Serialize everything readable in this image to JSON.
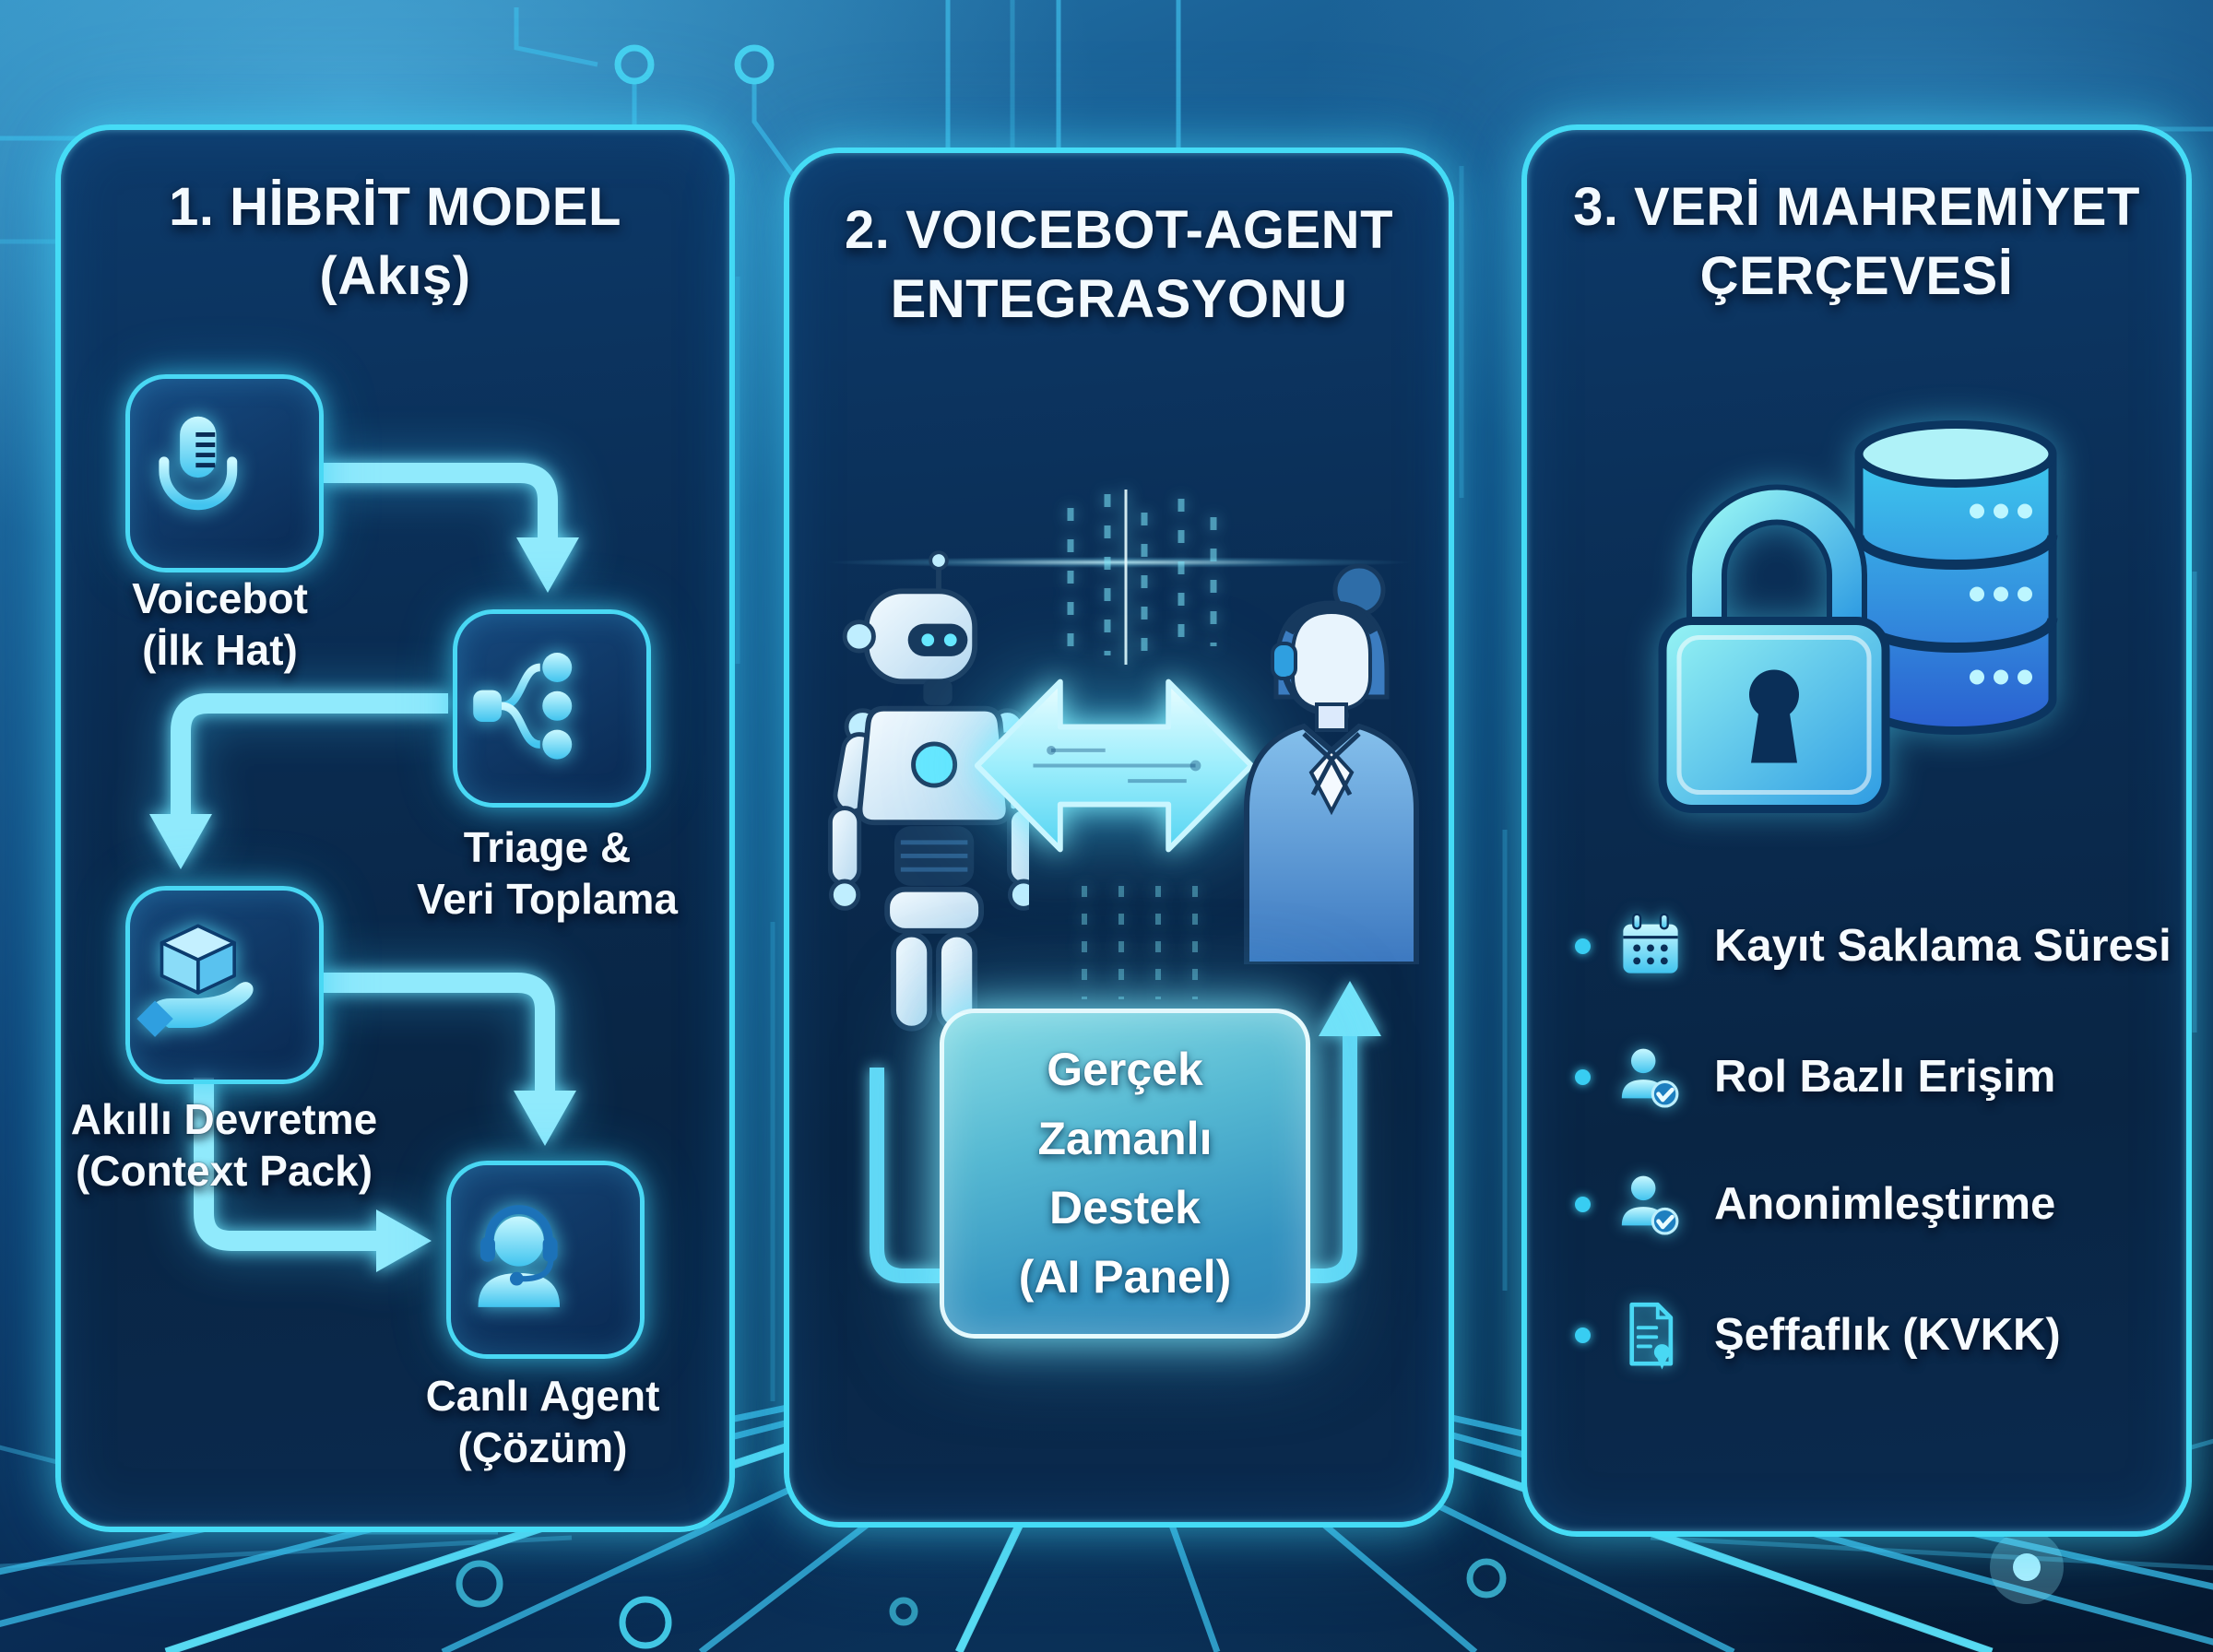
{
  "meta": {
    "type": "infographic",
    "language": "tr"
  },
  "colors": {
    "panel_border": "#45dcf6",
    "panel_fill": "#0a2c52",
    "accent_cyan": "#49d8f4",
    "arrow": "#90eafc",
    "support_box_fill": "#55b8d2",
    "text": "#f6fbff"
  },
  "panels": {
    "hybrid": {
      "title_line1": "1. HİBRİT MODEL",
      "title_line2": "(Akış)",
      "nodes": {
        "voicebot": {
          "icon": "microphone-icon",
          "line1": "Voicebot",
          "line2": "(İlk Hat)"
        },
        "triage": {
          "icon": "branch-network-icon",
          "line1": "Triage &",
          "line2": "Veri Toplama"
        },
        "handoff": {
          "icon": "hand-box-icon",
          "line1": "Akıllı Devretme",
          "line2": "(Context Pack)"
        },
        "agent": {
          "icon": "headset-agent-icon",
          "line1": "Canlı Agent",
          "line2": "(Çözüm)"
        }
      }
    },
    "integration": {
      "title_line1": "2. VOICEBOT-AGENT",
      "title_line2": "ENTEGRASYONU",
      "figures": {
        "left": "robot-illustration",
        "center": "bidirectional-arrow",
        "right": "human-agent-illustration"
      },
      "support_box": {
        "line1": "Gerçek",
        "line2": "Zamanlı",
        "line3": "Destek",
        "line4": "(AI Panel)"
      }
    },
    "privacy": {
      "title_line1": "3. VERİ MAHREMİYET",
      "title_line2": "ÇERÇEVESİ",
      "illustration": "padlock-database-illustration",
      "items": [
        {
          "icon": "calendar-icon",
          "label": "Kayıt Saklama Süresi"
        },
        {
          "icon": "user-check-icon",
          "label": "Rol Bazlı Erişim"
        },
        {
          "icon": "user-check-icon",
          "label": "Anonimleştirme"
        },
        {
          "icon": "certificate-document-icon",
          "label": "Şeffaflık (KVKK)"
        }
      ]
    }
  }
}
